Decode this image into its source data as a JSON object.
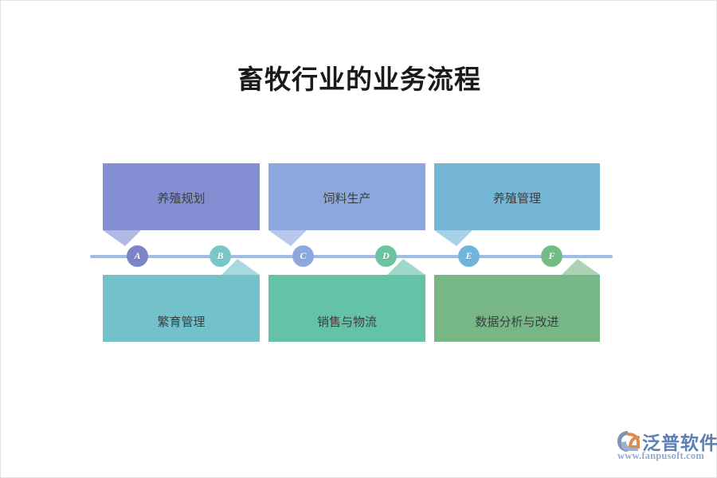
{
  "slide": {
    "title": "畜牧行业的业务流程",
    "background_color": "#ffffff",
    "border_color": "#e3e3e3"
  },
  "chart_data": {
    "type": "diagram",
    "subtype": "timeline-process-flow",
    "title": "畜牧行业的业务流程",
    "orientation": "horizontal",
    "step_count": 6,
    "timeline_color": "#9fbde6",
    "steps": [
      {
        "marker": "A",
        "label": "养殖规划",
        "row": "top",
        "column": 0,
        "box_color": "#848fd3",
        "marker_color": "#7d83c9",
        "tail_color": "#848fd3"
      },
      {
        "marker": "B",
        "label": "繁育管理",
        "row": "bottom",
        "column": 0,
        "box_color": "#73c2cb",
        "marker_color": "#79c8c9",
        "tail_color": "#73c2cb"
      },
      {
        "marker": "C",
        "label": "饲料生产",
        "row": "top",
        "column": 1,
        "box_color": "#8da8de",
        "marker_color": "#8da8de",
        "tail_color": "#8da8de"
      },
      {
        "marker": "D",
        "label": "销售与物流",
        "row": "bottom",
        "column": 1,
        "box_color": "#64c2a6",
        "marker_color": "#6bc3a0",
        "tail_color": "#64c2a6"
      },
      {
        "marker": "E",
        "label": "养殖管理",
        "row": "top",
        "column": 2,
        "box_color": "#75b5d6",
        "marker_color": "#6fb5d9",
        "tail_color": "#75b5d6"
      },
      {
        "marker": "F",
        "label": "数据分析与改进",
        "row": "bottom",
        "column": 2,
        "box_color": "#77b786",
        "marker_color": "#73bd82",
        "tail_color": "#77b786"
      }
    ]
  },
  "logo": {
    "name": "泛普软件",
    "url": "www.fanpusoft.com",
    "mark_color_primary": "#7b93b8",
    "mark_color_accent": "#e08a4a",
    "name_color": "#5b7fb4",
    "url_color": "#93aac9"
  }
}
